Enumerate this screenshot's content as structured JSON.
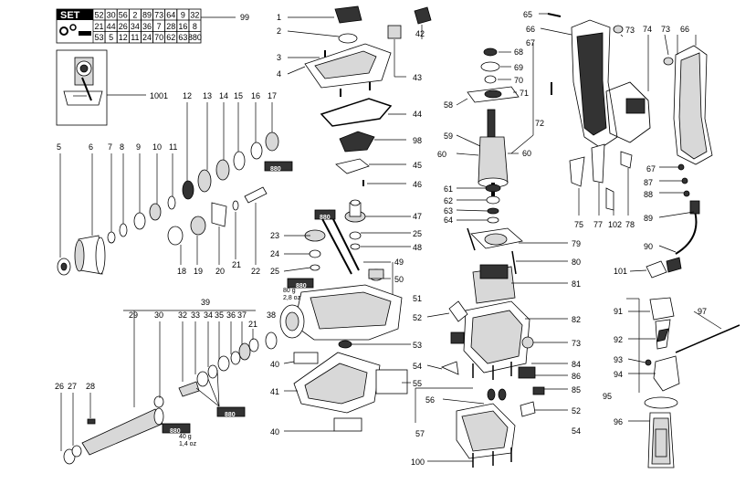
{
  "set_table": {
    "title": "SET",
    "ref": "99",
    "rows": [
      [
        "52",
        "30",
        "56",
        "2",
        "89",
        "73",
        "64",
        "9",
        "32"
      ],
      [
        "21",
        "44",
        "26",
        "34",
        "36",
        "7",
        "28",
        "16",
        "8"
      ],
      [
        "53",
        "5",
        "12",
        "11",
        "24",
        "70",
        "62",
        "63",
        "880"
      ]
    ]
  },
  "grease": {
    "tube_label": "880",
    "qty_1": "80 g",
    "qty_1b": "2,8 oz",
    "qty_2": "40 g",
    "qty_2b": "1,4 oz"
  },
  "callouts": [
    {
      "id": "c1",
      "n": "1"
    },
    {
      "id": "c2",
      "n": "2"
    },
    {
      "id": "c3",
      "n": "3"
    },
    {
      "id": "c4",
      "n": "4"
    },
    {
      "id": "c5",
      "n": "5"
    },
    {
      "id": "c6",
      "n": "6"
    },
    {
      "id": "c7",
      "n": "7"
    },
    {
      "id": "c8",
      "n": "8"
    },
    {
      "id": "c9",
      "n": "9"
    },
    {
      "id": "c10",
      "n": "10"
    },
    {
      "id": "c11",
      "n": "11"
    },
    {
      "id": "c12",
      "n": "12"
    },
    {
      "id": "c13",
      "n": "13"
    },
    {
      "id": "c14",
      "n": "14"
    },
    {
      "id": "c15",
      "n": "15"
    },
    {
      "id": "c16",
      "n": "16"
    },
    {
      "id": "c17",
      "n": "17"
    },
    {
      "id": "c18",
      "n": "18"
    },
    {
      "id": "c19",
      "n": "19"
    },
    {
      "id": "c20",
      "n": "20"
    },
    {
      "id": "c21a",
      "n": "21"
    },
    {
      "id": "c22",
      "n": "22"
    },
    {
      "id": "c23",
      "n": "23"
    },
    {
      "id": "c24",
      "n": "24"
    },
    {
      "id": "c25a",
      "n": "25"
    },
    {
      "id": "c25b",
      "n": "25"
    },
    {
      "id": "c26",
      "n": "26"
    },
    {
      "id": "c27",
      "n": "27"
    },
    {
      "id": "c28",
      "n": "28"
    },
    {
      "id": "c29",
      "n": "29"
    },
    {
      "id": "c30",
      "n": "30"
    },
    {
      "id": "c32",
      "n": "32"
    },
    {
      "id": "c33",
      "n": "33"
    },
    {
      "id": "c34",
      "n": "34"
    },
    {
      "id": "c35",
      "n": "35"
    },
    {
      "id": "c36",
      "n": "36"
    },
    {
      "id": "c37",
      "n": "37"
    },
    {
      "id": "c21b",
      "n": "21"
    },
    {
      "id": "c38",
      "n": "38"
    },
    {
      "id": "c39",
      "n": "39"
    },
    {
      "id": "c40a",
      "n": "40"
    },
    {
      "id": "c40b",
      "n": "40"
    },
    {
      "id": "c41",
      "n": "41"
    },
    {
      "id": "c42",
      "n": "42"
    },
    {
      "id": "c43",
      "n": "43"
    },
    {
      "id": "c44",
      "n": "44"
    },
    {
      "id": "c45",
      "n": "45"
    },
    {
      "id": "c46",
      "n": "46"
    },
    {
      "id": "c47",
      "n": "47"
    },
    {
      "id": "c48",
      "n": "48"
    },
    {
      "id": "c49",
      "n": "49"
    },
    {
      "id": "c50",
      "n": "50"
    },
    {
      "id": "c51",
      "n": "51"
    },
    {
      "id": "c52a",
      "n": "52"
    },
    {
      "id": "c52b",
      "n": "52"
    },
    {
      "id": "c53",
      "n": "53"
    },
    {
      "id": "c54a",
      "n": "54"
    },
    {
      "id": "c54b",
      "n": "54"
    },
    {
      "id": "c55",
      "n": "55"
    },
    {
      "id": "c56",
      "n": "56"
    },
    {
      "id": "c57",
      "n": "57"
    },
    {
      "id": "c58",
      "n": "58"
    },
    {
      "id": "c59",
      "n": "59"
    },
    {
      "id": "c60a",
      "n": "60"
    },
    {
      "id": "c60b",
      "n": "60"
    },
    {
      "id": "c61",
      "n": "61"
    },
    {
      "id": "c62",
      "n": "62"
    },
    {
      "id": "c63",
      "n": "63"
    },
    {
      "id": "c64",
      "n": "64"
    },
    {
      "id": "c65",
      "n": "65"
    },
    {
      "id": "c66a",
      "n": "66"
    },
    {
      "id": "c66b",
      "n": "66"
    },
    {
      "id": "c67a",
      "n": "67"
    },
    {
      "id": "c67b",
      "n": "67"
    },
    {
      "id": "c68",
      "n": "68"
    },
    {
      "id": "c69",
      "n": "69"
    },
    {
      "id": "c70",
      "n": "70"
    },
    {
      "id": "c71",
      "n": "71"
    },
    {
      "id": "c72",
      "n": "72"
    },
    {
      "id": "c73a",
      "n": "73"
    },
    {
      "id": "c73b",
      "n": "73"
    },
    {
      "id": "c73c",
      "n": "73"
    },
    {
      "id": "c74",
      "n": "74"
    },
    {
      "id": "c75",
      "n": "75"
    },
    {
      "id": "c77",
      "n": "77"
    },
    {
      "id": "c78",
      "n": "78"
    },
    {
      "id": "c79",
      "n": "79"
    },
    {
      "id": "c80",
      "n": "80"
    },
    {
      "id": "c81",
      "n": "81"
    },
    {
      "id": "c82",
      "n": "82"
    },
    {
      "id": "c84",
      "n": "84"
    },
    {
      "id": "c85",
      "n": "85"
    },
    {
      "id": "c86",
      "n": "86"
    },
    {
      "id": "c87",
      "n": "87"
    },
    {
      "id": "c88",
      "n": "88"
    },
    {
      "id": "c89",
      "n": "89"
    },
    {
      "id": "c90",
      "n": "90"
    },
    {
      "id": "c91",
      "n": "91"
    },
    {
      "id": "c92",
      "n": "92"
    },
    {
      "id": "c93",
      "n": "93"
    },
    {
      "id": "c94",
      "n": "94"
    },
    {
      "id": "c95",
      "n": "95"
    },
    {
      "id": "c96",
      "n": "96"
    },
    {
      "id": "c97",
      "n": "97"
    },
    {
      "id": "c98",
      "n": "98"
    },
    {
      "id": "c100",
      "n": "100"
    },
    {
      "id": "c101",
      "n": "101"
    },
    {
      "id": "c102",
      "n": "102"
    },
    {
      "id": "c1001",
      "n": "1001"
    }
  ]
}
